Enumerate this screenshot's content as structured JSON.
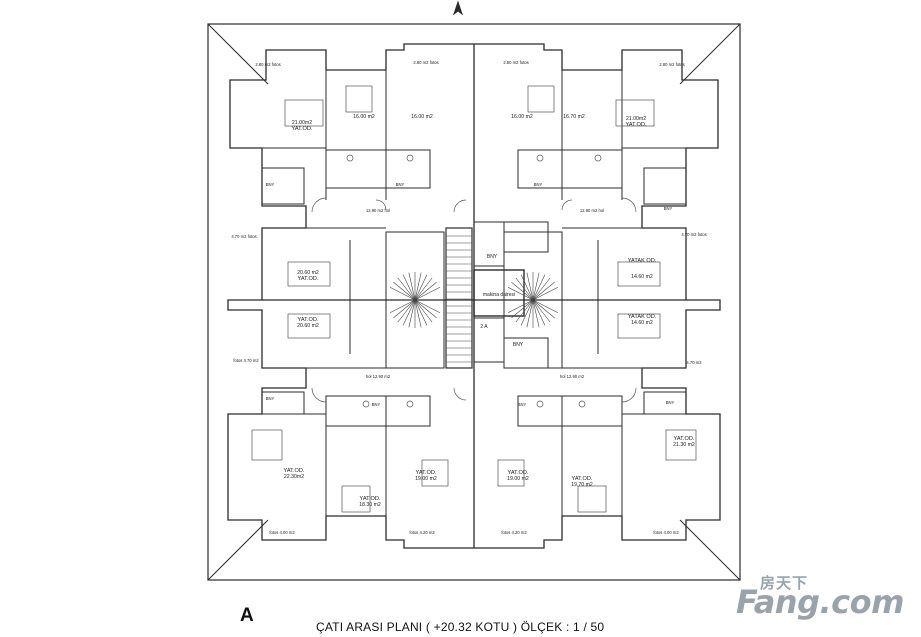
{
  "drawing": {
    "letter": "A",
    "title": "ÇATI ARASI PLANI ( +20.32 KOTU ) ÖLÇEK : 1 / 50",
    "shaft_label": "makina dairesi",
    "stair_labels": [
      "BNY",
      "BNY",
      "2 A"
    ],
    "rooms": [
      {
        "name": "YAT.OD.",
        "area": "21.00m2"
      },
      {
        "name": "YAT.OD.",
        "area": "21.00m2"
      },
      {
        "name": "",
        "area": "16.00 m2"
      },
      {
        "name": "",
        "area": "16.00 m2"
      },
      {
        "name": "",
        "area": "16.00 m2"
      },
      {
        "name": "",
        "area": "16.70 m2"
      },
      {
        "name": "YAT.OD.",
        "area": "20.60 m2"
      },
      {
        "name": "YAT.OD.",
        "area": "20.60 m2"
      },
      {
        "name": "YATAK OD.",
        "area": "14.60 m2"
      },
      {
        "name": "YATAK OD.",
        "area": "14.60 m2"
      },
      {
        "name": "YAT.OD.",
        "area": "22.30m2"
      },
      {
        "name": "YAT.OD.",
        "area": "19.00 m2"
      },
      {
        "name": "YAT.OD.",
        "area": "18.30 m2"
      },
      {
        "name": "YAT.OD.",
        "area": "19.00 m2"
      },
      {
        "name": "YAT.OD.",
        "area": "19.70 m2"
      },
      {
        "name": "YAT.OD.",
        "area": "21.30 m2"
      }
    ],
    "small_labels": [
      "2.80 m2 fotos",
      "2.80 m2 fotos",
      "2.80 m2 fotos",
      "2.80 m2 fotos",
      "4.70 m2 fotos",
      "4.70 m2 fotos",
      "fotos 4.70 m2",
      "4.70 m2",
      "fotos 4.00 m2",
      "fotos 4.20 m2",
      "fotos 4.20 m2",
      "fotos 4.00 m2",
      "12.90 m2 hol",
      "12.90 m2 hol",
      "hol 12.90 m2",
      "hol 12.90 m2",
      "BNY",
      "BNY",
      "BNY",
      "BNY",
      "BNY",
      "BNY",
      "BNY",
      "BNY"
    ]
  },
  "watermark": {
    "cn": "房天下",
    "en": "Fang.com"
  }
}
